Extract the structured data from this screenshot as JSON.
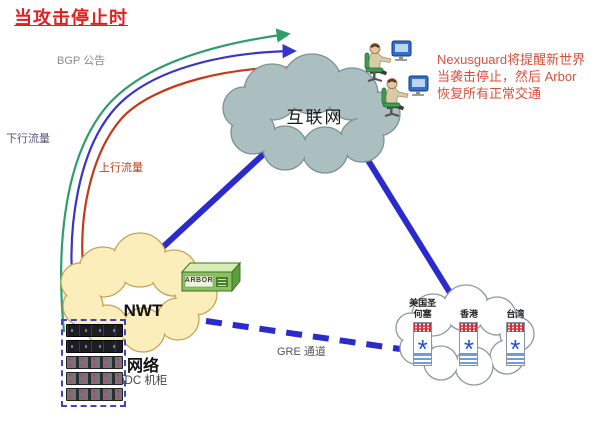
{
  "title": {
    "text": "当攻击停止时"
  },
  "note": {
    "line1": "Nexusguard将提醒新世界",
    "line2": "当袭击停止，然后 Arbor",
    "line3": "恢复所有正常交通"
  },
  "flows": {
    "bgp_label": "BGP 公告",
    "downstream_label": "下行流量",
    "upstream_label": "上行流量",
    "gre_label": "GRE 通道"
  },
  "nodes": {
    "internet": {
      "label": "互联网"
    },
    "nwt": {
      "name": "NWT",
      "label": "网络"
    },
    "arbor": {
      "label": "ARBOR"
    },
    "idc_rack": {
      "label": "iDC 机柜",
      "unit_count": 5
    },
    "sites": [
      {
        "line1": "美国圣",
        "line2": "何塞"
      },
      {
        "line1": "香港"
      },
      {
        "line1": "台湾"
      }
    ]
  },
  "colors": {
    "title_red": "#e01f1f",
    "note_red": "#d9503c",
    "bgp_green": "#2d9e6b",
    "downstream_blue": "#3535c8",
    "upstream_red": "#c43a14",
    "link_blue": "#2a2acd",
    "internet_fill": "#abbec0",
    "internet_outline": "#7e9292",
    "nwt_fill": "#fbeebb",
    "nwt_outline": "#c9a355",
    "site_cloud_outline": "#8f979e",
    "rack_border": "#4343bd",
    "arbor_green": "#8cc063"
  }
}
